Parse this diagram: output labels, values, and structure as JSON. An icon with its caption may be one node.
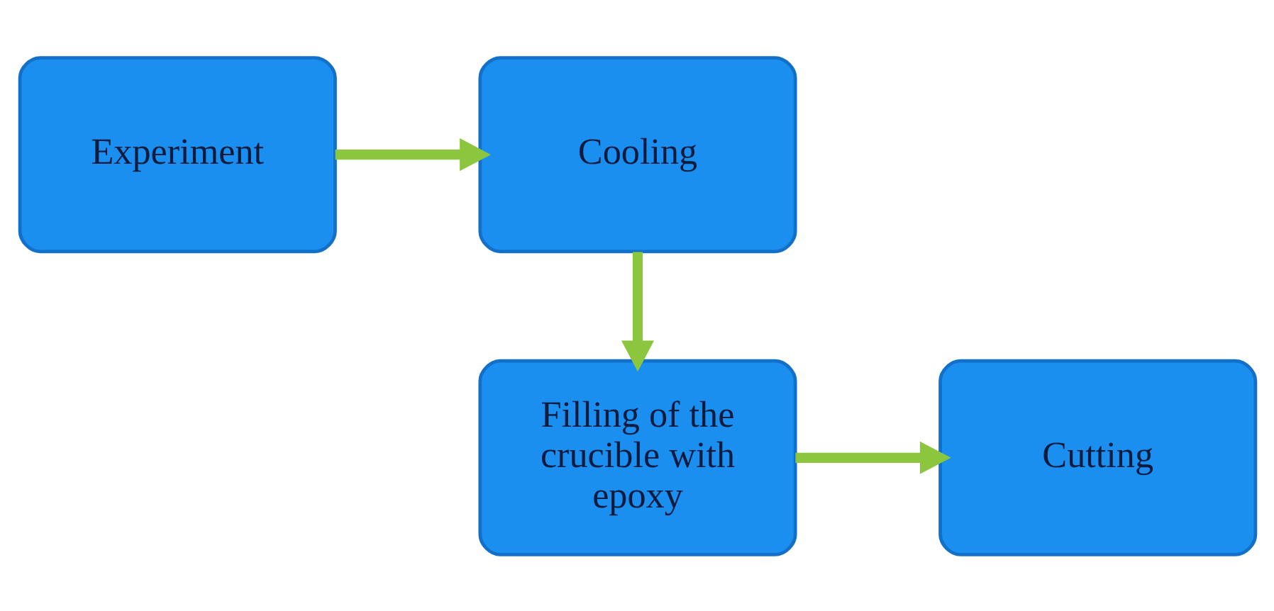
{
  "diagram": {
    "nodes": [
      {
        "text": [
          "Experiment"
        ]
      },
      {
        "text": [
          "Cooling"
        ]
      },
      {
        "text": [
          "Filling of the crucible with epoxy"
        ]
      },
      {
        "text": [
          "Cutting"
        ]
      }
    ],
    "edges": [
      {
        "from": 0,
        "to": 1,
        "arrow": "to"
      },
      {
        "from": 1,
        "to": 2,
        "arrow": "to"
      },
      {
        "from": 2,
        "to": 3,
        "arrow": "to"
      }
    ]
  }
}
